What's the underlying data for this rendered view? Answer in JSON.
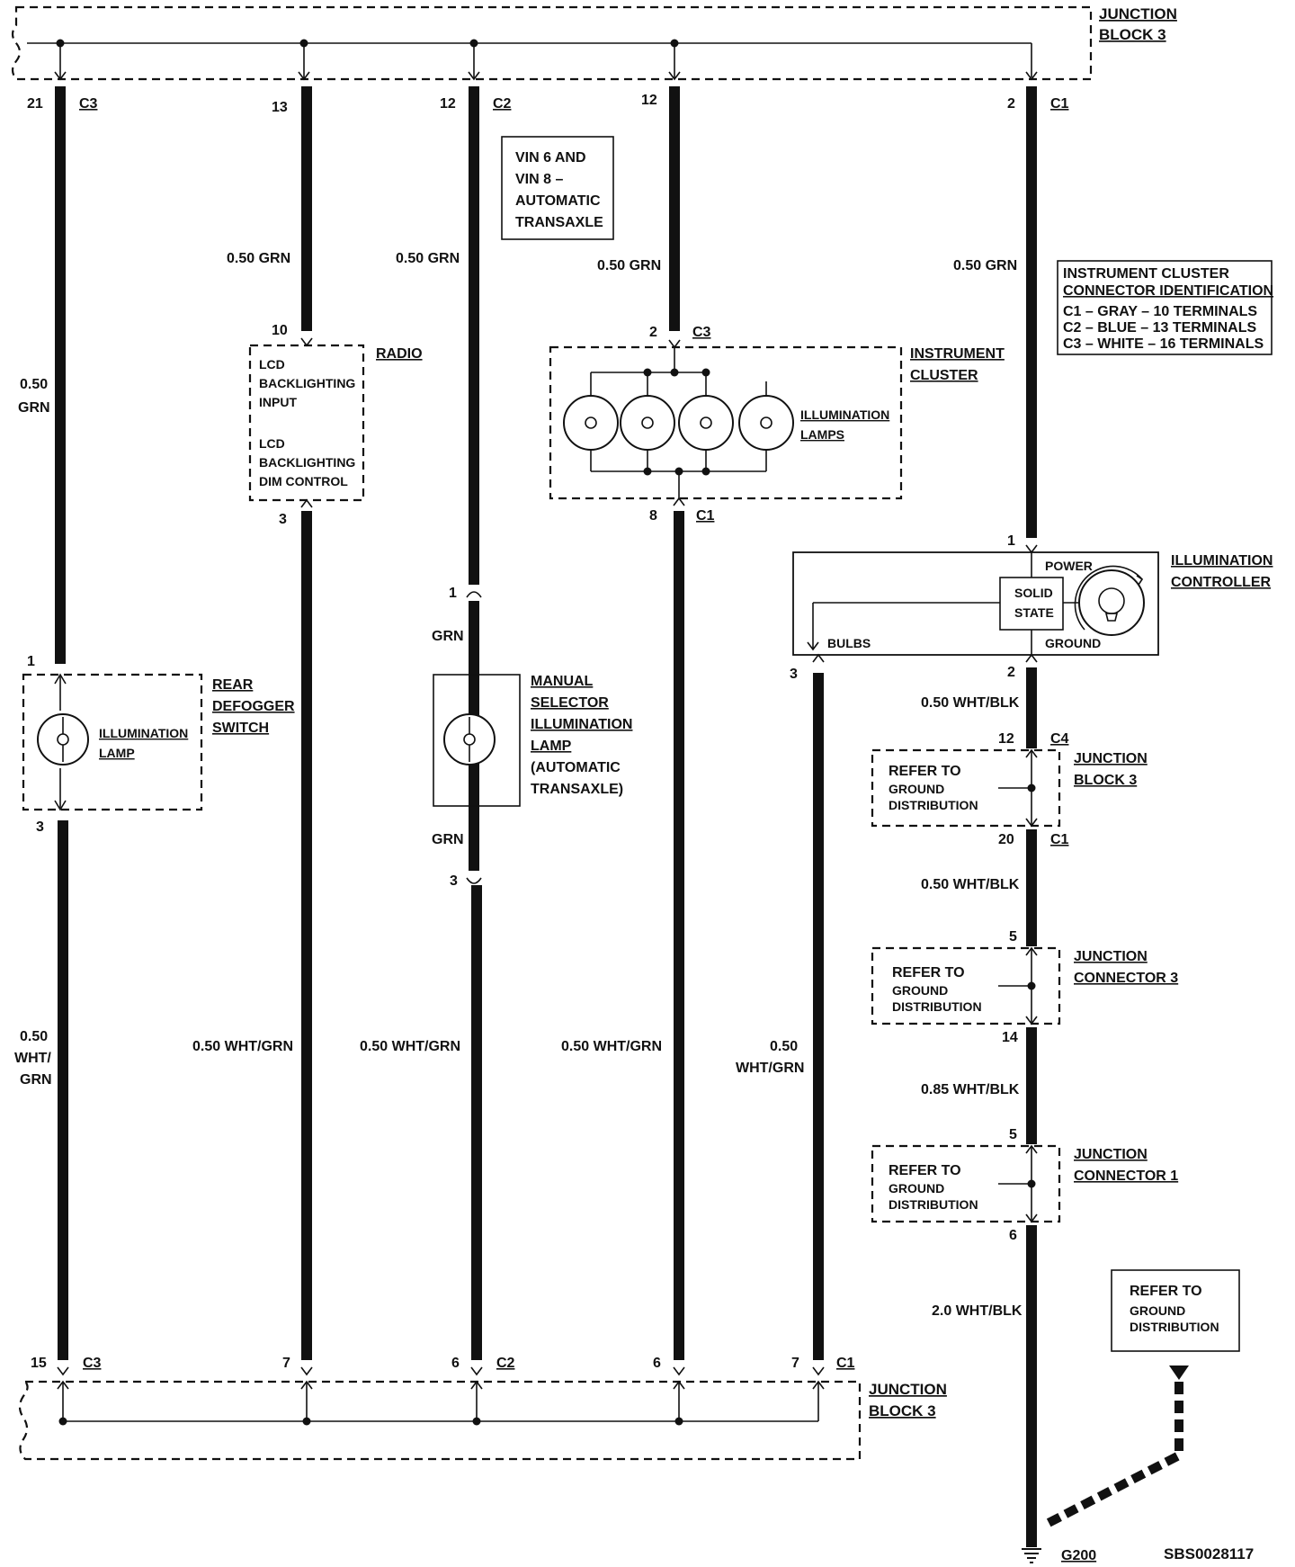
{
  "junction_block_top": {
    "line1": "JUNCTION",
    "line2": "BLOCK 3"
  },
  "junction_block_bottom": {
    "line1": "JUNCTION",
    "line2": "BLOCK 3"
  },
  "top_pins": {
    "w1_pin": "21",
    "w1_conn": "C3",
    "w2_pin": "13",
    "w3_pin": "12",
    "w3_conn": "C2",
    "w4_pin": "12",
    "w5_pin": "2",
    "w5_conn": "C1"
  },
  "bottom_pins": {
    "w1_pin": "15",
    "w1_conn": "C3",
    "w2_pin": "7",
    "w3_pin": "6",
    "w3_conn": "C2",
    "w4_pin": "6",
    "w6_pin": "7",
    "w6_conn": "C1"
  },
  "vin_note": {
    "l1": "VIN 6 AND",
    "l2": "VIN 8 –",
    "l3": "AUTOMATIC",
    "l4": "TRANSAXLE"
  },
  "wire_labels": {
    "w1_top_a": "0.50",
    "w1_top_b": "GRN",
    "w1_bot_a": "0.50",
    "w1_bot_b": "WHT/",
    "w1_bot_c": "GRN",
    "w2_top": "0.50 GRN",
    "w2_bot": "0.50 WHT/GRN",
    "w3_top": "0.50 GRN",
    "w3_mid1": "GRN",
    "w3_mid2": "GRN",
    "w3_bot": "0.50 WHT/GRN",
    "w4_top": "0.50 GRN",
    "w4_bot": "0.50 WHT/GRN",
    "w5_top": "0.50 GRN",
    "w6_bot_a": "0.50",
    "w6_bot_b": "WHT/GRN",
    "g1": "0.50 WHT/BLK",
    "g2": "0.50 WHT/BLK",
    "g3": "0.85 WHT/BLK",
    "g4": "2.0 WHT/BLK"
  },
  "rear_defogger": {
    "pin_top": "1",
    "pin_bot": "3",
    "lamp_l1": "ILLUMINATION",
    "lamp_l2": "LAMP",
    "name_l1": "REAR",
    "name_l2": "DEFOGGER",
    "name_l3": "SWITCH"
  },
  "radio": {
    "name": "RADIO",
    "pin_top": "10",
    "pin_bot": "3",
    "i1": "LCD",
    "i2": "BACKLIGHTING",
    "i3": "INPUT",
    "i4": "LCD",
    "i5": "BACKLIGHTING",
    "i6": "DIM CONTROL"
  },
  "manual_selector": {
    "pin_top": "1",
    "pin_bot": "3",
    "n1": "MANUAL",
    "n2": "SELECTOR",
    "n3": "ILLUMINATION",
    "n4": "LAMP",
    "n5": "(AUTOMATIC",
    "n6": "TRANSAXLE)"
  },
  "instrument_cluster": {
    "pin_top": "2",
    "conn_top": "C3",
    "pin_bot": "8",
    "conn_bot": "C1",
    "name_l1": "INSTRUMENT",
    "name_l2": "CLUSTER",
    "lamps_l1": "ILLUMINATION",
    "lamps_l2": "LAMPS"
  },
  "connector_id": {
    "l1": "INSTRUMENT CLUSTER",
    "l2": "CONNECTOR IDENTIFICATION",
    "l3": "C1 – GRAY – 10 TERMINALS",
    "l4": "C2 – BLUE – 13 TERMINALS",
    "l5": "C3 – WHITE – 16 TERMINALS"
  },
  "illumination_controller": {
    "name_l1": "ILLUMINATION",
    "name_l2": "CONTROLLER",
    "pin_power": "1",
    "pin_ground": "2",
    "pin_bulbs": "3",
    "power": "POWER",
    "ground": "GROUND",
    "bulbs": "BULBS",
    "ss_l1": "SOLID",
    "ss_l2": "STATE"
  },
  "ground_path": {
    "jb_pin_top": "12",
    "jb_conn_top": "C4",
    "jb_pin_bot": "20",
    "jb_conn_bot": "C1",
    "jb_l1": "JUNCTION",
    "jb_l2": "BLOCK 3",
    "jc3_pin_top": "5",
    "jc3_pin_bot": "14",
    "jc3_l1": "JUNCTION",
    "jc3_l2": "CONNECTOR 3",
    "jc1_pin_top": "5",
    "jc1_pin_bot": "6",
    "jc1_l1": "JUNCTION",
    "jc1_l2": "CONNECTOR 1",
    "refer_l1": "REFER TO",
    "refer_l2": "GROUND",
    "refer_l3": "DISTRIBUTION",
    "ground_name": "G200"
  },
  "drawing_id": "SBS0028117"
}
